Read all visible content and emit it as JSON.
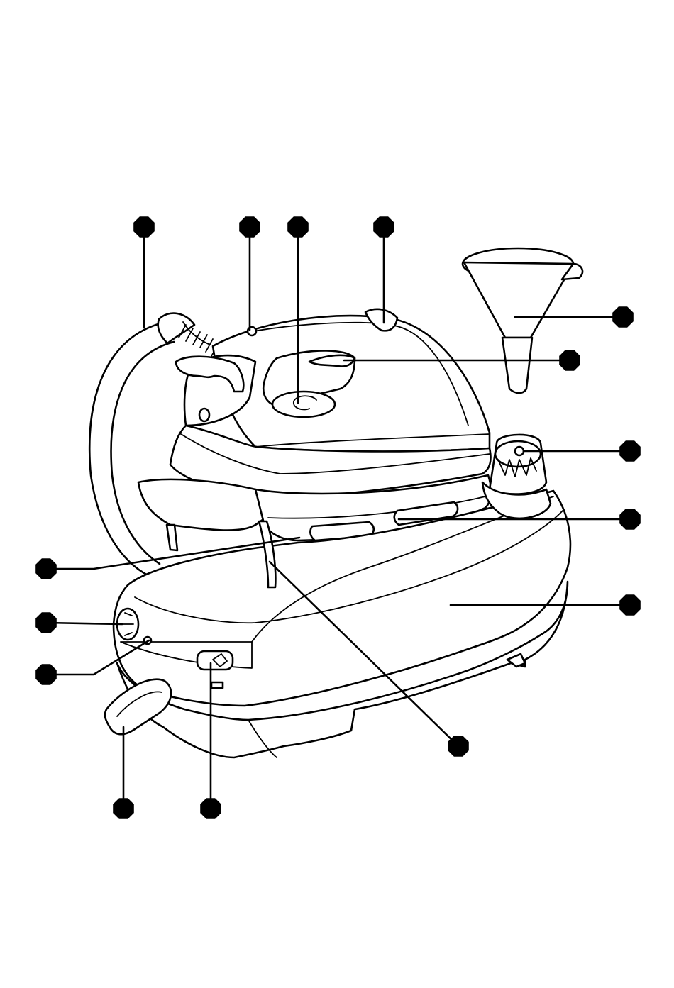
{
  "diagram": {
    "callouts": [
      {
        "name": "callout-hose-marker"
      },
      {
        "name": "callout-steam-light-marker"
      },
      {
        "name": "callout-steam-button-marker"
      },
      {
        "name": "callout-iron-rear-marker"
      },
      {
        "name": "callout-funnel-marker"
      },
      {
        "name": "callout-iron-trigger-marker"
      },
      {
        "name": "callout-tank-cap-marker"
      },
      {
        "name": "callout-iron-rest-marker"
      },
      {
        "name": "callout-iron-tip-marker"
      },
      {
        "name": "callout-base-marker"
      },
      {
        "name": "callout-temperature-dial-marker"
      },
      {
        "name": "callout-indicator-light-marker"
      },
      {
        "name": "callout-cord-handle-marker"
      },
      {
        "name": "callout-power-switch-marker"
      },
      {
        "name": "callout-iron-lock-marker"
      }
    ]
  }
}
